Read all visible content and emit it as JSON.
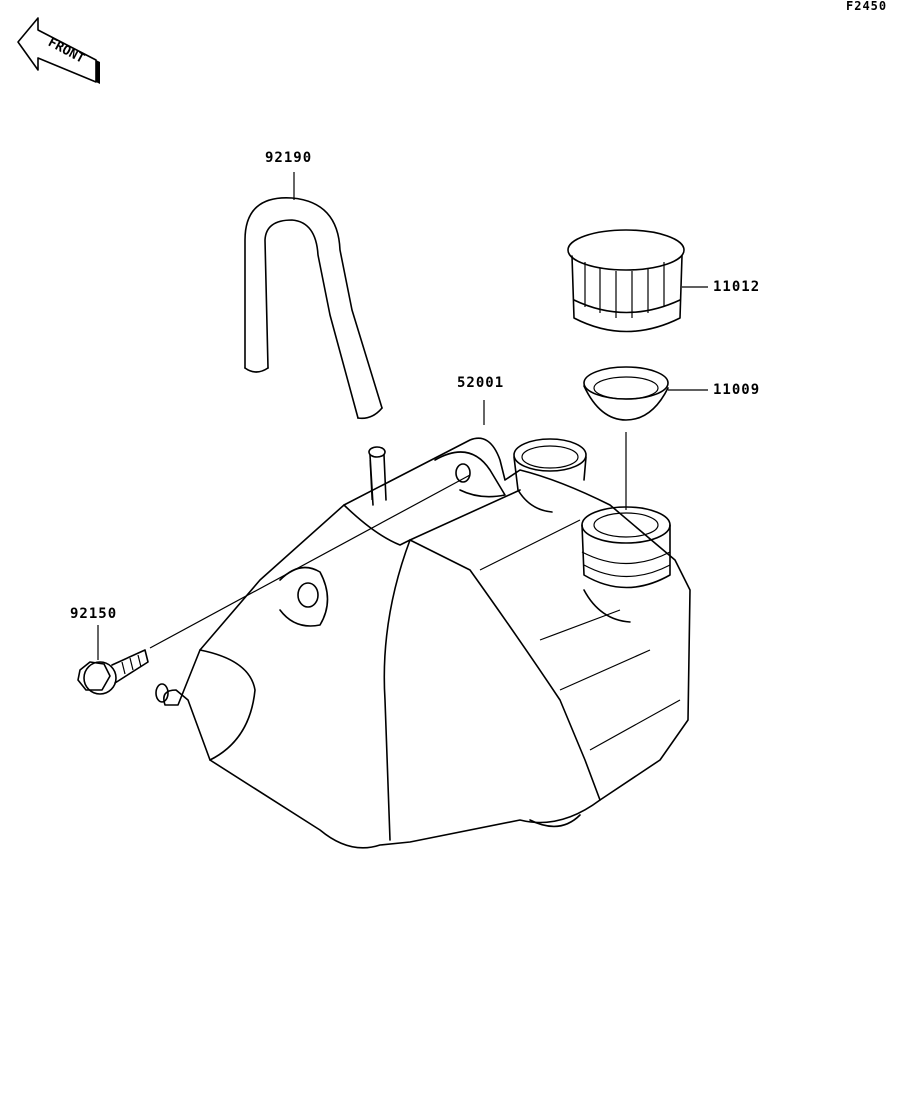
{
  "diagram_id": "F2450",
  "front_marker": "FRONT",
  "parts": [
    {
      "number": "92190",
      "name_ref": "hose"
    },
    {
      "number": "11012",
      "name_ref": "cap"
    },
    {
      "number": "11009",
      "name_ref": "gasket"
    },
    {
      "number": "52001",
      "name_ref": "reserve-tank"
    },
    {
      "number": "92150",
      "name_ref": "bolt"
    }
  ]
}
